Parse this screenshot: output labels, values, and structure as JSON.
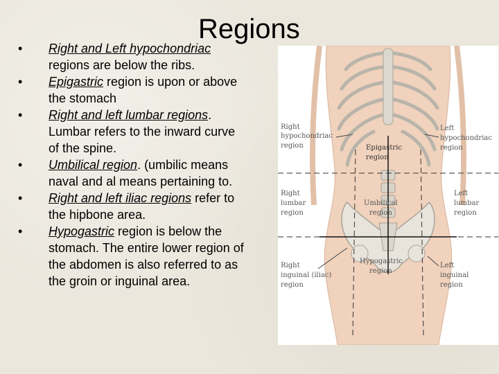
{
  "title": "Regions",
  "bullets": [
    {
      "lead": "Right and Left hypochondriac",
      "rest": " regions are below the ribs."
    },
    {
      "lead": "Epigastric",
      "rest": " region is upon or above the stomach"
    },
    {
      "lead": "Right and left lumbar regions",
      "rest": ".  Lumbar refers to the inward curve of the spine."
    },
    {
      "lead": "Umbilical region",
      "rest": ".  (umbilic means naval and al means pertaining to."
    },
    {
      "lead": "Right and left iliac regions",
      "rest": " refer to the hipbone area."
    },
    {
      "lead": "Hypogastric",
      "rest": " region is below the stomach.  The entire lower region of the abdomen is also referred to as the groin or inguinal area."
    }
  ],
  "bullet_char": "•",
  "figure": {
    "labels": {
      "r_hypo_1": "Right",
      "r_hypo_2": "hypochondriac",
      "r_hypo_3": "region",
      "epi_1": "Epigastric",
      "epi_2": "region",
      "l_hypo_1": "Left",
      "l_hypo_2": "hypochondriac",
      "l_hypo_3": "region",
      "r_lumbar_1": "Right",
      "r_lumbar_2": "lumbar",
      "r_lumbar_3": "region",
      "umb_1": "Umbilical",
      "umb_2": "region",
      "l_lumbar_1": "Left",
      "l_lumbar_2": "lumbar",
      "l_lumbar_3": "region",
      "r_ing_1": "Right",
      "r_ing_2": "inguinal (iliac)",
      "r_ing_3": "region",
      "hypog_1": "Hypogastric",
      "hypog_2": "region",
      "l_ing_1": "Left",
      "l_ing_2": "inguinal",
      "l_ing_3": "region"
    }
  },
  "colors": {
    "background": "#ebe7dd",
    "skin": "#f0d2bd",
    "bone": "#e8e4dc"
  }
}
